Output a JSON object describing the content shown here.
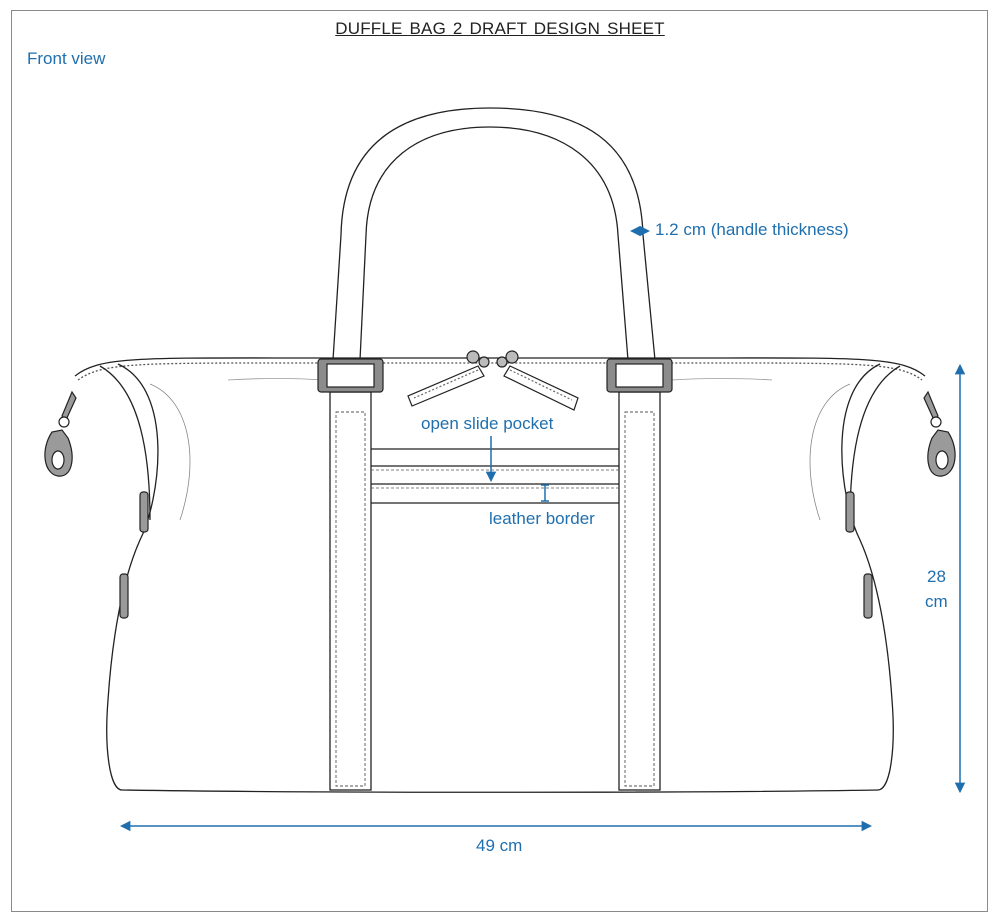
{
  "sheet": {
    "title": "DUFFLE BAG 2   DRAFT  DESIGN SHEET",
    "view_label": "Front view"
  },
  "annotations": {
    "handle_thickness": "1.2 cm (handle thickness)",
    "pocket": "open slide pocket",
    "border": "leather border",
    "height_value": "28",
    "height_unit": "cm",
    "width": "49 cm"
  },
  "colors": {
    "dimension": "#1f6fae",
    "outline": "#222222",
    "hardware": "#8c8c8c"
  }
}
